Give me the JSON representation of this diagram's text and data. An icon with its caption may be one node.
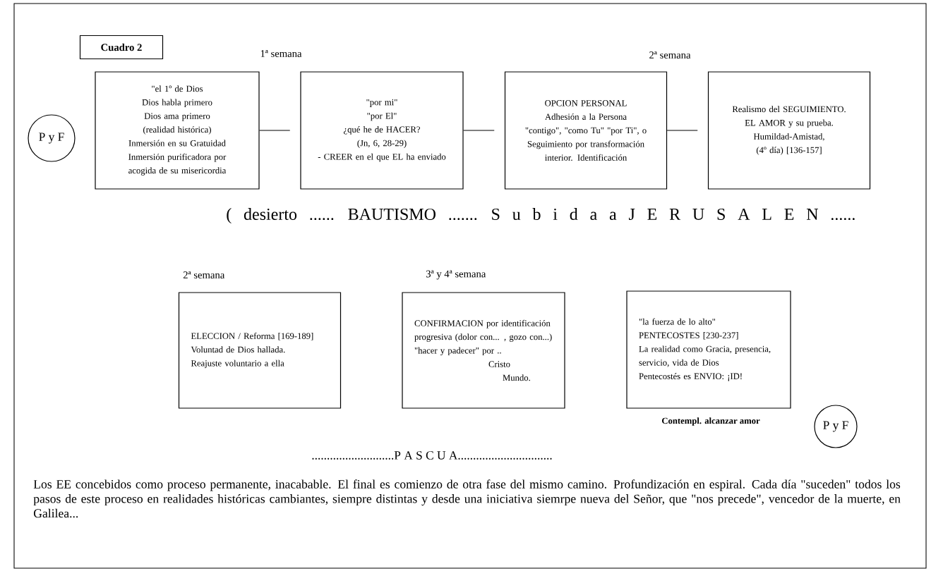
{
  "diagram": {
    "nodes": [
      {
        "text": [
          "Cuadro 2"
        ]
      },
      {
        "text": [
          "P y F"
        ]
      },
      {
        "text": [
          "\"el 1º de Dios",
          "Dios habla primero",
          "Dios ama primero",
          "(realidad histórica)",
          "Inmersión en su Gratuidad",
          "Inmersión purificadora por acogida de su misericordia"
        ]
      },
      {
        "text": [
          "\"por mi\"",
          "\"por El\"",
          "¿qué he de HACER?",
          "(Jn, 6, 28-29)",
          "- CREER en el que EL ha enviado"
        ]
      },
      {
        "text": [
          "OPCION PERSONAL",
          "Adhesión a la Persona",
          "\"contigo\", \"como Tu\" \"por Ti\", o Seguimiento por transformación interior. Identificación"
        ]
      },
      {
        "text": [
          "Realismo del SEGUIMIENTO.",
          "EL AMOR y su prueba.",
          "Humildad-Amistad,",
          "(4º día) [136-157]"
        ]
      },
      {
        "text": [
          "2ª semana",
          "ELECCION / Reforma [169-189]",
          "Voluntad de Dios hallada.",
          "Reajuste voluntario a ella"
        ]
      },
      {
        "text": [
          "3ª y 4ª semana",
          "CONFIRMACION por identificación progresiva (dolor con... , gozo con...)",
          "\"hacer y padecer\" por ..",
          "Cristo",
          "Mundo."
        ]
      },
      {
        "text": [
          "\"la fuerza de lo alto\"",
          "PENTECOSTES [230-237]",
          "La realidad como Gracia, presencia, servicio, vida de Dios",
          "Pentecostés es ENVIO: ¡ID!"
        ],
        "beside": [
          "Contempl. alcanzar amor"
        ]
      },
      {
        "text": [
          "P y F"
        ]
      }
    ],
    "edges": [
      {
        "from": 2,
        "to": 3,
        "arrow": "none"
      },
      {
        "from": 3,
        "to": 4,
        "arrow": "none"
      },
      {
        "from": 4,
        "to": 5,
        "arrow": "none"
      }
    ],
    "labels": [
      "1ª semana",
      "2ª semana",
      "( desierto ...... BAUTISMO ....... S u b i d a a J E R U S A L E N ......",
      "...........................P A S C U A...............................",
      "Los EE concebidos como proceso permanente, inacabable. El final es comienzo de otra fase del mismo camino. Profundización en espiral. Cada día \"suceden\" todos los pasos de este proceso en realidades históricas cambiantes, siempre distintas y desde una iniciativa siemrpe nueva del Señor, que \"nos precede\", vencedor de la muerte, en Galilea..."
    ]
  }
}
